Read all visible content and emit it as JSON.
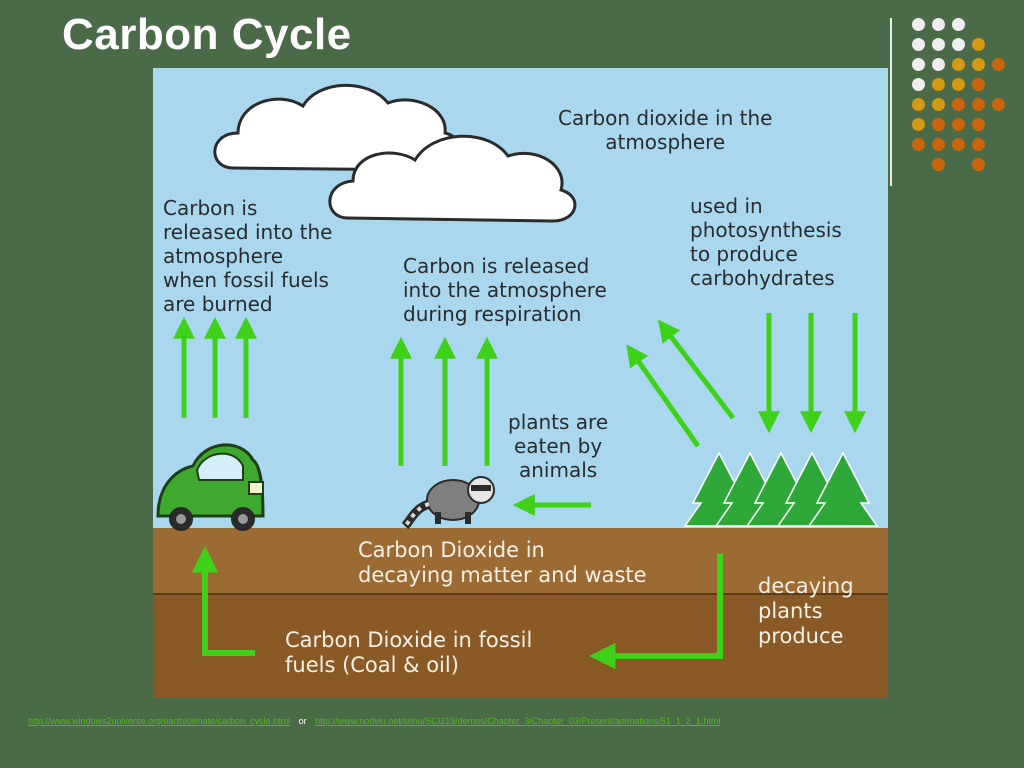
{
  "slide": {
    "title": "Carbon Cycle"
  },
  "diagram": {
    "labels": {
      "atmosphere": "Carbon dioxide in the\natmosphere",
      "fossil_fuels_burned": "Carbon is\nreleased into the\natmosphere\nwhen fossil fuels\nare burned",
      "respiration": "Carbon is released\ninto the atmosphere\nduring respiration",
      "photosynthesis": "used in\nphotosynthesis\nto produce\ncarbohydrates",
      "plants_eaten": "plants are\neaten by\nanimals",
      "decaying_matter": "Carbon Dioxide in\ndecaying matter and waste",
      "decaying_plants": "decaying\nplants\nproduce",
      "fossil_fuel_store": "Carbon Dioxide in fossil\nfuels (Coal & oil)"
    }
  },
  "footer": {
    "link1": "http://www.windows2universe.org/earth/climate/carbon_cycle.html",
    "separator": "or",
    "link2": "http://www.nodvin.net/snhu/SCI219/demos/Chapter_3/Chapter_03/Present/animations/51_1_2_1.html"
  },
  "colors": {
    "background": "#4a6a48",
    "sky": "#a9d8ee",
    "soil": "#9b6b33",
    "arrow": "#3fd01a",
    "tree": "#2fa83a",
    "accent_orange": "#c8650d",
    "accent_gold": "#d39a16"
  }
}
